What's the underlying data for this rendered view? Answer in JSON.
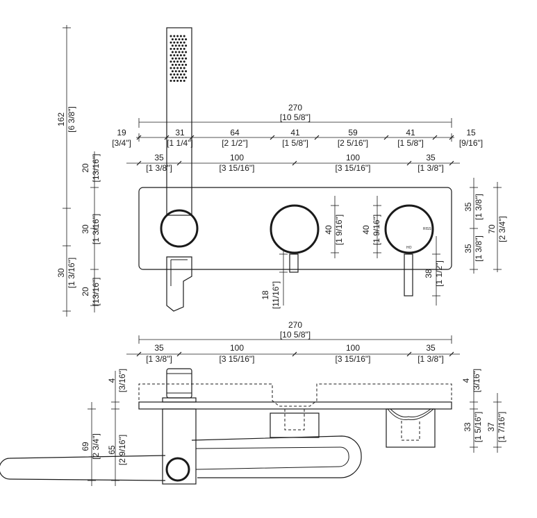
{
  "top_view": {
    "overall": {
      "mm": "270",
      "inch": "[10 5/8\"]"
    },
    "segments": [
      {
        "mm": "19",
        "inch": "[3/4\"]"
      },
      {
        "mm": "31",
        "inch": "[1 1/4\"]"
      },
      {
        "mm": "64",
        "inch": "[2 1/2\"]"
      },
      {
        "mm": "41",
        "inch": "[1 5/8\"]"
      },
      {
        "mm": "59",
        "inch": "[2 5/16\"]"
      },
      {
        "mm": "41",
        "inch": "[1 5/8\"]"
      },
      {
        "mm": "15",
        "inch": "[9/16\"]"
      }
    ],
    "spacing": [
      {
        "mm": "35",
        "inch": "[1 3/8\"]"
      },
      {
        "mm": "100",
        "inch": "[3 15/16\"]"
      },
      {
        "mm": "100",
        "inch": "[3 15/16\"]"
      },
      {
        "mm": "35",
        "inch": "[1 3/8\"]"
      }
    ],
    "left_height": {
      "mm": "162",
      "inch": "[6 3/8\"]"
    },
    "left_stack": [
      {
        "mm": "20",
        "inch": "[13/16\"]"
      },
      {
        "mm": "30",
        "inch": "[1 3/16\"]"
      },
      {
        "mm": "30",
        "inch": "[1 3/16\"]"
      },
      {
        "mm": "20",
        "inch": "[13/16\"]"
      }
    ],
    "knob_dia": [
      {
        "mm": "40",
        "inch": "[1 9/16\"]"
      },
      {
        "mm": "40",
        "inch": "[1 9/16\"]"
      }
    ],
    "lever_drop": {
      "mm": "18",
      "inch": "[11/16\"]"
    },
    "lever_drop_right": {
      "mm": "38",
      "inch": "[1 1/2\"]"
    },
    "right_half": [
      {
        "mm": "35",
        "inch": "[1 3/8\"]"
      },
      {
        "mm": "35",
        "inch": "[1 3/8\"]"
      }
    ],
    "right_total": {
      "mm": "70",
      "inch": "[2 3/4\"]"
    },
    "knob_marks": {
      "hot": "RISS",
      "cold": "HO"
    }
  },
  "bottom_view": {
    "overall": {
      "mm": "270",
      "inch": "[10 5/8\"]"
    },
    "spacing": [
      {
        "mm": "35",
        "inch": "[1 3/8\"]"
      },
      {
        "mm": "100",
        "inch": "[3 15/16\"]"
      },
      {
        "mm": "100",
        "inch": "[3 15/16\"]"
      },
      {
        "mm": "35",
        "inch": "[1 3/8\"]"
      }
    ],
    "plate_left": {
      "mm": "4",
      "inch": "[3/16\"]"
    },
    "plate_right": {
      "mm": "4",
      "inch": "[3/16\"]"
    },
    "spout_69": {
      "mm": "69",
      "inch": "[2 3/4\"]"
    },
    "spout_65": {
      "mm": "65",
      "inch": "[2 9/16\"]"
    },
    "depth_33": {
      "mm": "33",
      "inch": "[1 5/16\"]"
    },
    "depth_37": {
      "mm": "37",
      "inch": "[1 7/16\"]"
    }
  }
}
